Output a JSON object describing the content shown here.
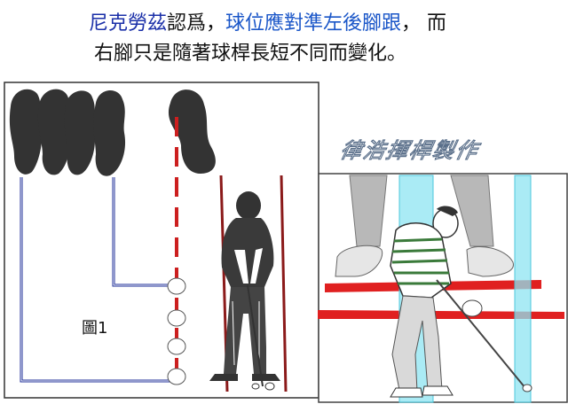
{
  "caption": {
    "line1_name": "尼克勞茲",
    "line1_verb": "認爲，",
    "line1_highlight": "球位應對準左後腳跟",
    "line1_tail": "， 而",
    "line2": "右腳只是隨著球桿長短不同而變化。"
  },
  "figure_label": "圖1",
  "credit_text": "律浩揮桿製作",
  "colors": {
    "caption_name": "#1a2fa8",
    "caption_highlight": "#1a56c8",
    "footprint": "#333333",
    "line_blue": "#1f2f9a",
    "line_red": "#cc1f1f",
    "shaft_cyan": "#8ee4f2"
  },
  "icons": [
    "footprint-icon",
    "golf-ball-icon",
    "golfer-illustration"
  ]
}
